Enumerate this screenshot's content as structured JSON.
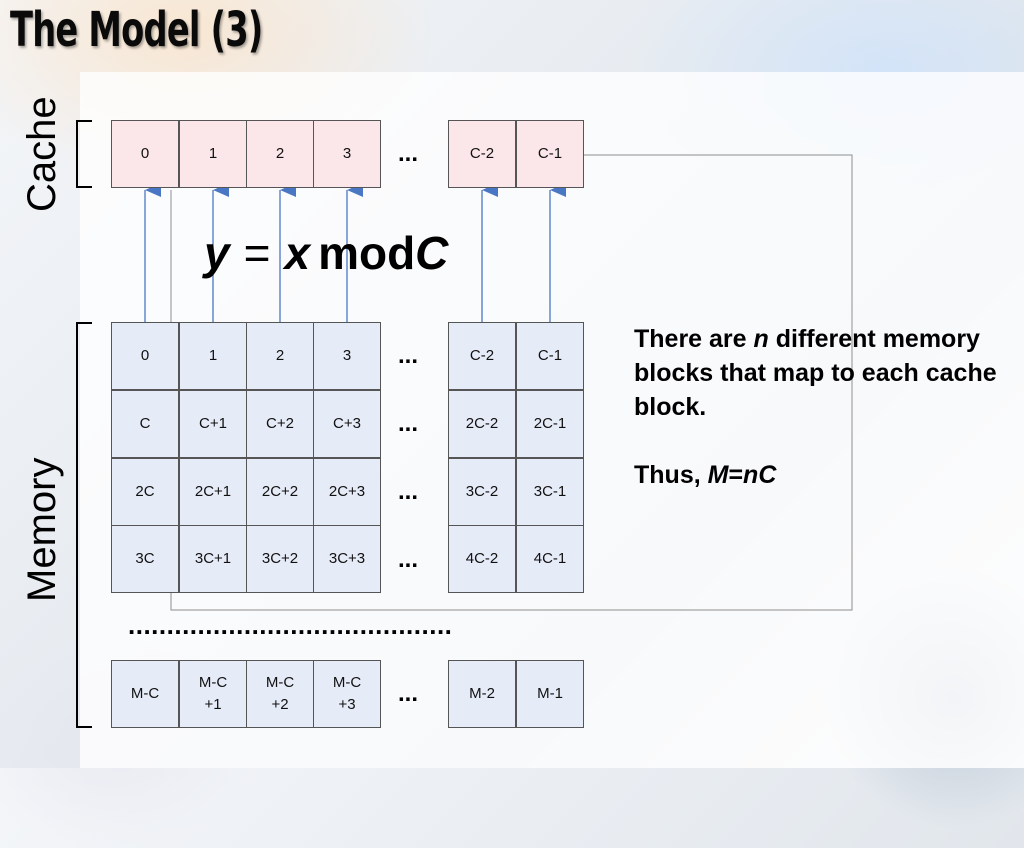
{
  "title": "The Model (3)",
  "labels": {
    "cache": "Cache",
    "memory": "Memory"
  },
  "cache_cells": [
    "0",
    "1",
    "2",
    "3",
    "C-2",
    "C-1"
  ],
  "memory_rows": [
    [
      "0",
      "1",
      "2",
      "3",
      "C-2",
      "C-1"
    ],
    [
      "C",
      "C+1",
      "C+2",
      "C+3",
      "2C-2",
      "2C-1"
    ],
    [
      "2C",
      "2C+1",
      "2C+2",
      "2C+3",
      "3C-2",
      "3C-1"
    ],
    [
      "3C",
      "3C+1",
      "3C+2",
      "3C+3",
      "4C-2",
      "4C-1"
    ]
  ],
  "memory_last_row": [
    "M-C",
    "M-C\n+1",
    "M-C\n+2",
    "M-C\n+3",
    "M-2",
    "M-1"
  ],
  "ellipsis": "...",
  "vertical_dots": "..........................................",
  "formula": {
    "lhs": "y",
    "eq": "=",
    "x": "x",
    "mod": "mod",
    "rhs": "C"
  },
  "note": {
    "line1_a": "There are ",
    "line1_n": "n",
    "line1_b": " different memory blocks that map to each cache block.",
    "line2_a": "Thus, ",
    "line2_m": "M",
    "line2_eq": "=",
    "line2_nc": "nC"
  },
  "colors": {
    "cache_fill": "#fbe6ea",
    "memory_fill": "#e6ebf8",
    "arrow": "#4a77c4",
    "connector": "#8e8e8e"
  }
}
